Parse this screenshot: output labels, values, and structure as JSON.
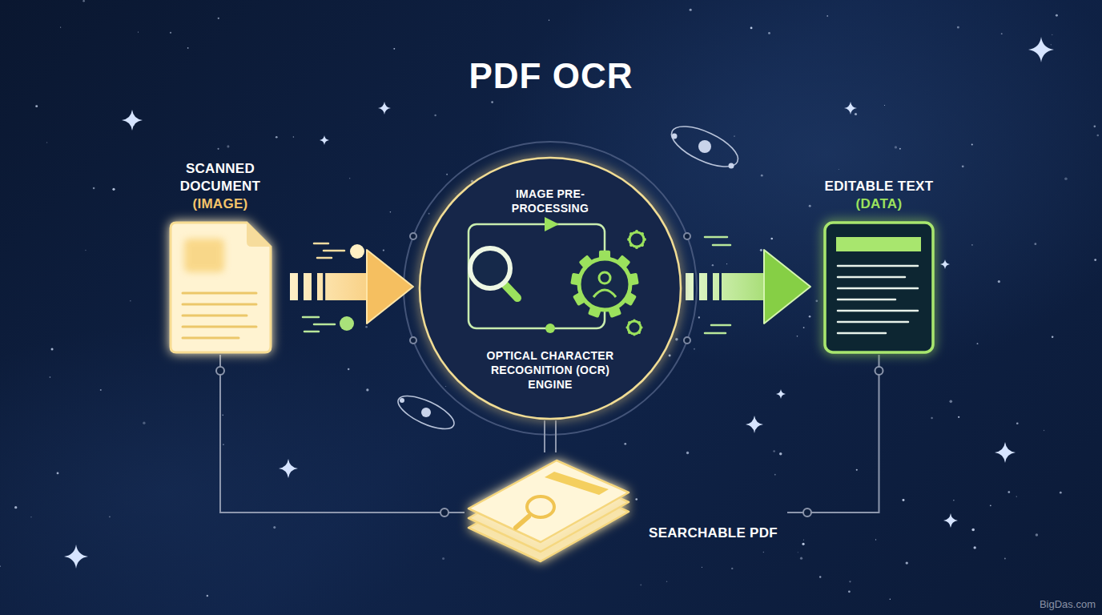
{
  "diagram": {
    "title": "PDF OCR",
    "nodes": [
      {
        "text": [
          "SCANNED DOCUMENT",
          "(IMAGE)"
        ]
      },
      {
        "text": [
          "IMAGE PRE-PROCESSING",
          "OPTICAL CHARACTER RECOGNITION (OCR) ENGINE"
        ]
      },
      {
        "text": [
          "EDITABLE TEXT",
          "(DATA)"
        ]
      },
      {
        "text": [
          "SEARCHABLE PDF"
        ]
      }
    ],
    "edges": [
      {
        "from": 0,
        "to": 1,
        "arrow": "to"
      },
      {
        "from": 1,
        "to": 2,
        "arrow": "to"
      },
      {
        "from": 0,
        "to": 3,
        "arrow": "none"
      },
      {
        "from": 1,
        "to": 3,
        "arrow": "none"
      },
      {
        "from": 2,
        "to": 3,
        "arrow": "none"
      }
    ],
    "labels": [
      "BigDas.com"
    ]
  }
}
